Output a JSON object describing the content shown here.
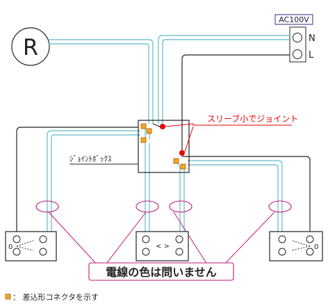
{
  "power_source": {
    "label": "AC100V",
    "terminal_n": "N",
    "terminal_l": "L"
  },
  "lamp": {
    "symbol": "R"
  },
  "junction_box": {
    "label": "ｼﾞｮｲﾝﾄﾎﾞｯｸｽ"
  },
  "sleeve_note": "スリーブ小でジョイント",
  "color_note": "電線の色は問いません",
  "legend": {
    "text": "：  差込形コネクタを示す"
  },
  "switch_labels": {
    "left": "0",
    "center": "< >",
    "right": "0"
  },
  "colors": {
    "wire_dark": "#222222",
    "wire_cyan": "#5fb9c8",
    "accent_red": "#e60000",
    "connector_orange": "#f6a623",
    "pink_line": "#c2187c",
    "power_border": "#2a2a8c"
  }
}
